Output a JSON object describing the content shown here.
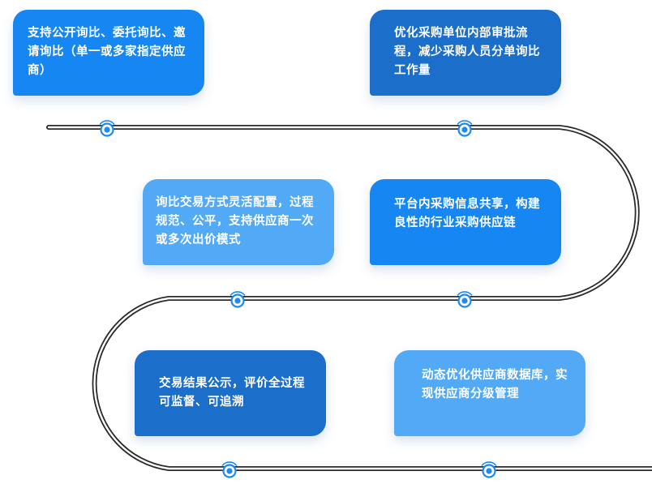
{
  "colors": {
    "track_outer": "#222222",
    "node": "#1e8af0",
    "card_bright": "#1687f2",
    "card_dark": "#1b6ec9",
    "card_light": "#52a9f6"
  },
  "cards": [
    {
      "text": "支持公开询比、委托询比、邀请询比（单一或多家指定供应商）"
    },
    {
      "text": "优化采购单位内部审批流程，减少采购人员分单询比工作量"
    },
    {
      "text": "询比交易方式灵活配置，过程规范、公平，支持供应商一次或多次出价模式"
    },
    {
      "text": "平台内采购信息共享，构建良性的行业采购供应链"
    },
    {
      "text": "交易结果公示，评价全过程可监督、可追溯"
    },
    {
      "text": "动态优化供应商数据库，实现供应商分级管理"
    }
  ],
  "node_icon": "wifi-signal-node-icon"
}
